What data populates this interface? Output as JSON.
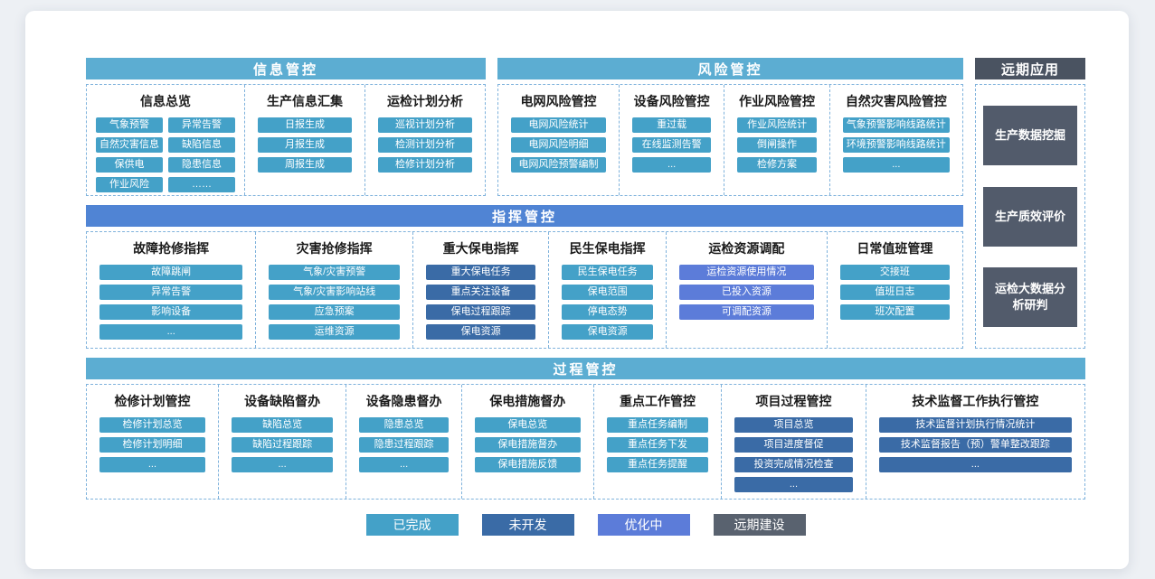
{
  "info": {
    "title": "信息管控",
    "groups": [
      {
        "title": "信息总览",
        "status": "done",
        "items": [
          "气象预警",
          "异常告警",
          "自然灾害信息",
          "缺陷信息",
          "保供电",
          "隐患信息",
          "作业风险",
          "……"
        ]
      },
      {
        "title": "生产信息汇集",
        "status": "done",
        "items": [
          "日报生成",
          "月报生成",
          "周报生成"
        ]
      },
      {
        "title": "运检计划分析",
        "status": "done",
        "items": [
          "巡视计划分析",
          "检测计划分析",
          "检修计划分析"
        ]
      }
    ]
  },
  "risk": {
    "title": "风险管控",
    "groups": [
      {
        "title": "电网风险管控",
        "status": "done",
        "items": [
          "电网风险统计",
          "电网风险明细",
          "电网风险预警编制"
        ]
      },
      {
        "title": "设备风险管控",
        "status": "done",
        "items": [
          "重过载",
          "在线监测告警",
          "..."
        ]
      },
      {
        "title": "作业风险管控",
        "status": "done",
        "items": [
          "作业风险统计",
          "倒闸操作",
          "检修方案"
        ]
      },
      {
        "title": "自然灾害风险管控",
        "status": "done",
        "items": [
          "气象预警影响线路统计",
          "环境预警影响线路统计",
          "..."
        ]
      }
    ]
  },
  "command": {
    "title": "指挥管控",
    "groups": [
      {
        "title": "故障抢修指挥",
        "status": "done",
        "items": [
          "故障跳闸",
          "异常告警",
          "影响设备",
          "..."
        ]
      },
      {
        "title": "灾害抢修指挥",
        "status": "done",
        "items": [
          "气象/灾害预警",
          "气象/灾害影响站线",
          "应急预案",
          "运维资源"
        ]
      },
      {
        "title": "重大保电指挥",
        "status": "undev",
        "items": [
          "重大保电任务",
          "重点关注设备",
          "保电过程跟踪",
          "保电资源"
        ]
      },
      {
        "title": "民生保电指挥",
        "status": "done",
        "items": [
          "民生保电任务",
          "保电范围",
          "停电态势",
          "保电资源"
        ]
      },
      {
        "title": "运检资源调配",
        "status": "opt",
        "items": [
          "运检资源使用情况",
          "已投入资源",
          "可调配资源"
        ]
      },
      {
        "title": "日常值班管理",
        "status": "done",
        "items": [
          "交接班",
          "值班日志",
          "班次配置"
        ]
      }
    ]
  },
  "process": {
    "title": "过程管控",
    "groups": [
      {
        "title": "检修计划管控",
        "status": "done",
        "items": [
          "检修计划总览",
          "检修计划明细",
          "..."
        ]
      },
      {
        "title": "设备缺陷督办",
        "status": "done",
        "items": [
          "缺陷总览",
          "缺陷过程跟踪",
          "..."
        ]
      },
      {
        "title": "设备隐患督办",
        "status": "done",
        "items": [
          "隐患总览",
          "隐患过程跟踪",
          "..."
        ]
      },
      {
        "title": "保电措施督办",
        "status": "done",
        "items": [
          "保电总览",
          "保电措施督办",
          "保电措施反馈"
        ]
      },
      {
        "title": "重点工作管控",
        "status": "done",
        "items": [
          "重点任务编制",
          "重点任务下发",
          "重点任务提醒"
        ]
      },
      {
        "title": "项目过程管控",
        "status": "undev",
        "items": [
          "项目总览",
          "项目进度督促",
          "投资完成情况检查",
          "..."
        ]
      },
      {
        "title": "技术监督工作执行管控",
        "status": "undev",
        "items": [
          "技术监督计划执行情况统计",
          "技术监督报告（预）警单整改跟踪",
          "..."
        ]
      }
    ]
  },
  "longterm": {
    "title": "远期应用",
    "blocks": [
      "生产数据挖掘",
      "生产质效评价",
      "运检大数据分析研判"
    ]
  },
  "legend": {
    "items": [
      {
        "label": "已完成",
        "color": "#44a1c8"
      },
      {
        "label": "未开发",
        "color": "#3a6ba6"
      },
      {
        "label": "优化中",
        "color": "#5c7cd9"
      },
      {
        "label": "远期建设",
        "color": "#59626f"
      }
    ]
  }
}
